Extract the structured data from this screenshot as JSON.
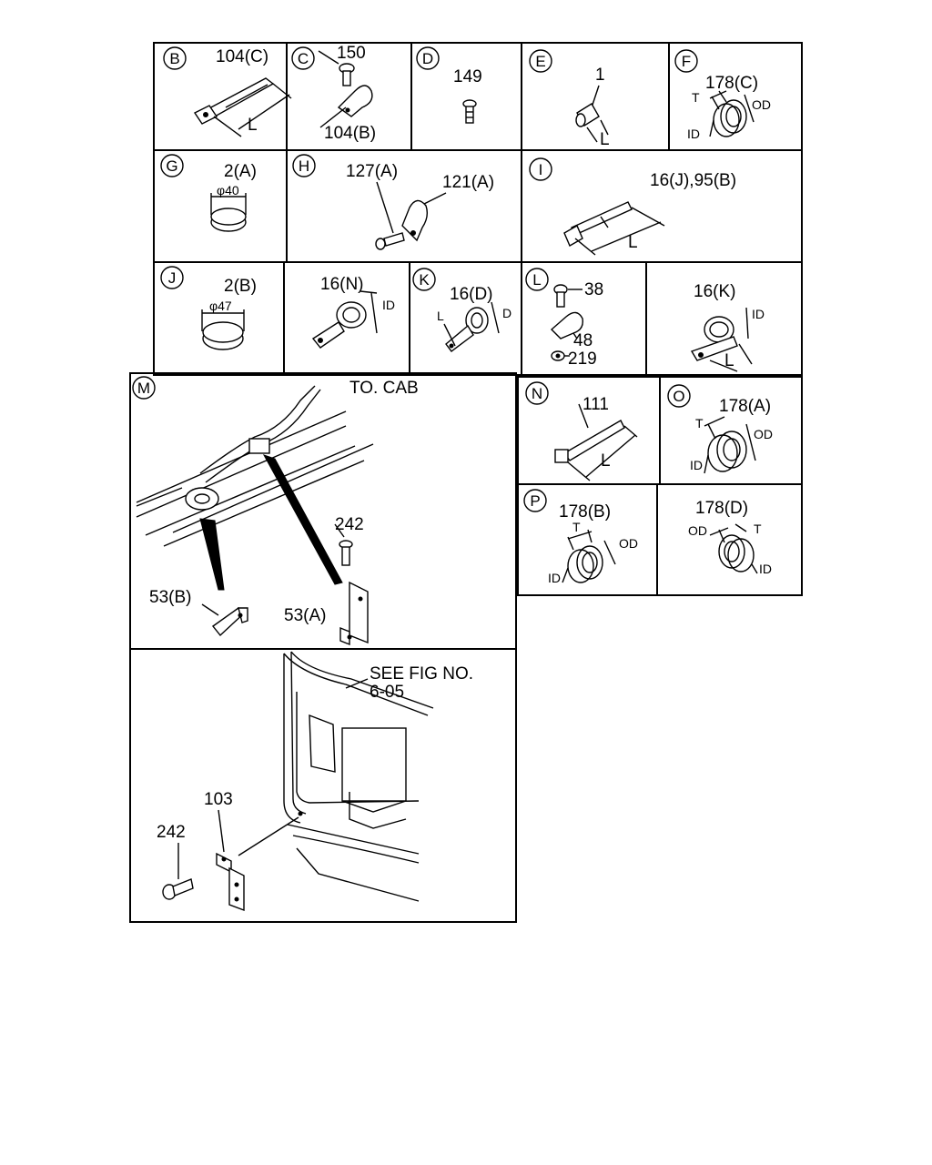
{
  "panels": {
    "B": {
      "letter": "B",
      "part": "104(C)",
      "dim": "L"
    },
    "C": {
      "letter": "C",
      "parts": [
        "150",
        "104(B)"
      ]
    },
    "D": {
      "letter": "D",
      "part": "149"
    },
    "E": {
      "letter": "E",
      "part": "1",
      "dim": "L"
    },
    "F": {
      "letter": "F",
      "part": "178(C)",
      "dims": [
        "T",
        "OD",
        "ID"
      ]
    },
    "G": {
      "letter": "G",
      "part": "2(A)",
      "dia": "φ40"
    },
    "H": {
      "letter": "H",
      "parts": [
        "127(A)",
        "121(A)"
      ]
    },
    "I": {
      "letter": "I",
      "part": "16(J),95(B)",
      "dim": "L"
    },
    "J": {
      "letter": "J",
      "part": "2(B)",
      "dia": "φ47"
    },
    "N16": {
      "part": "16(N)",
      "dim": "ID"
    },
    "K": {
      "letter": "K",
      "part": "16(D)",
      "dims": [
        "L",
        "D"
      ]
    },
    "L": {
      "letter": "L",
      "parts": [
        "38",
        "48",
        "219"
      ]
    },
    "K16": {
      "part": "16(K)",
      "dims": [
        "ID",
        "L"
      ]
    },
    "M": {
      "letter": "M",
      "note": "TO. CAB",
      "parts": [
        "242",
        "53(B)",
        "53(A)"
      ]
    },
    "N": {
      "letter": "N",
      "part": "111",
      "dim": "L"
    },
    "O": {
      "letter": "O",
      "part": "178(A)",
      "dims": [
        "T",
        "OD",
        "ID"
      ]
    },
    "P": {
      "letter": "P",
      "part": "178(B)",
      "dims": [
        "T",
        "OD",
        "ID"
      ]
    },
    "Q": {
      "part": "178(D)",
      "dims": [
        "OD",
        "T",
        "ID"
      ]
    },
    "bottom": {
      "see_line1": "SEE FIG NO.",
      "see_line2": "6-05",
      "parts": [
        "103",
        "242"
      ]
    }
  }
}
